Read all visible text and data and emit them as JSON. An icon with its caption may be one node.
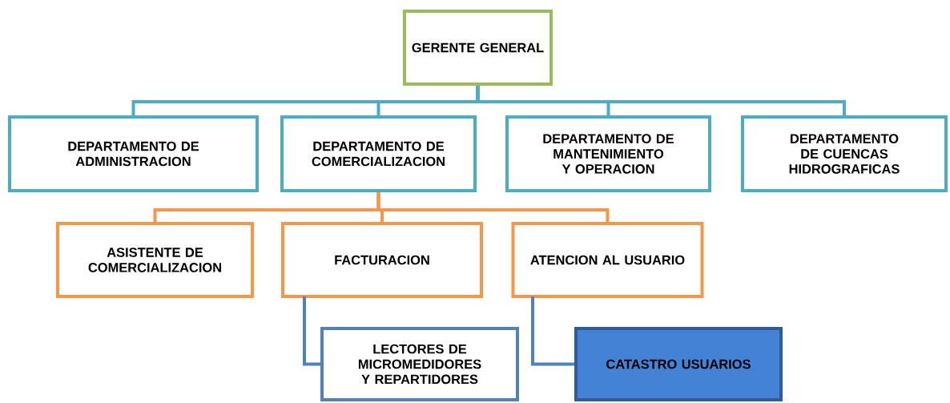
{
  "diagram": {
    "nodes": [
      {
        "text": [
          "GERENTE GENERAL"
        ]
      },
      {
        "text": [
          "DEPARTAMENTO DE ADMINISTRACION"
        ]
      },
      {
        "text": [
          "DEPARTAMENTO DE COMERCIALIZACION"
        ]
      },
      {
        "text": [
          "DEPARTAMENTO DE MANTENIMIENTO Y OPERACION"
        ]
      },
      {
        "text": [
          "DEPARTAMENTO DE CUENCAS HIDROGRAFICAS"
        ]
      },
      {
        "text": [
          "ASISTENTE DE COMERCIALIZACION"
        ]
      },
      {
        "text": [
          "FACTURACION"
        ]
      },
      {
        "text": [
          "ATENCION AL USUARIO"
        ]
      },
      {
        "text": [
          "LECTORES DE MICROMEDIDORES Y REPARTIDORES"
        ]
      },
      {
        "text": [
          "CATASTRO USUARIOS"
        ]
      }
    ],
    "edges": [
      {
        "from": 0,
        "to": 1,
        "arrow": "none",
        "color": "#4bacc6"
      },
      {
        "from": 0,
        "to": 2,
        "arrow": "none",
        "color": "#4bacc6"
      },
      {
        "from": 0,
        "to": 3,
        "arrow": "none",
        "color": "#4bacc6"
      },
      {
        "from": 0,
        "to": 4,
        "arrow": "none",
        "color": "#4bacc6"
      },
      {
        "from": 2,
        "to": 5,
        "arrow": "none",
        "color": "#f79646"
      },
      {
        "from": 2,
        "to": 6,
        "arrow": "none",
        "color": "#f79646"
      },
      {
        "from": 2,
        "to": 7,
        "arrow": "none",
        "color": "#f79646"
      },
      {
        "from": 6,
        "to": 8,
        "arrow": "none",
        "color": "#4f81bd"
      },
      {
        "from": 7,
        "to": 9,
        "arrow": "none",
        "color": "#4f81bd"
      }
    ]
  }
}
